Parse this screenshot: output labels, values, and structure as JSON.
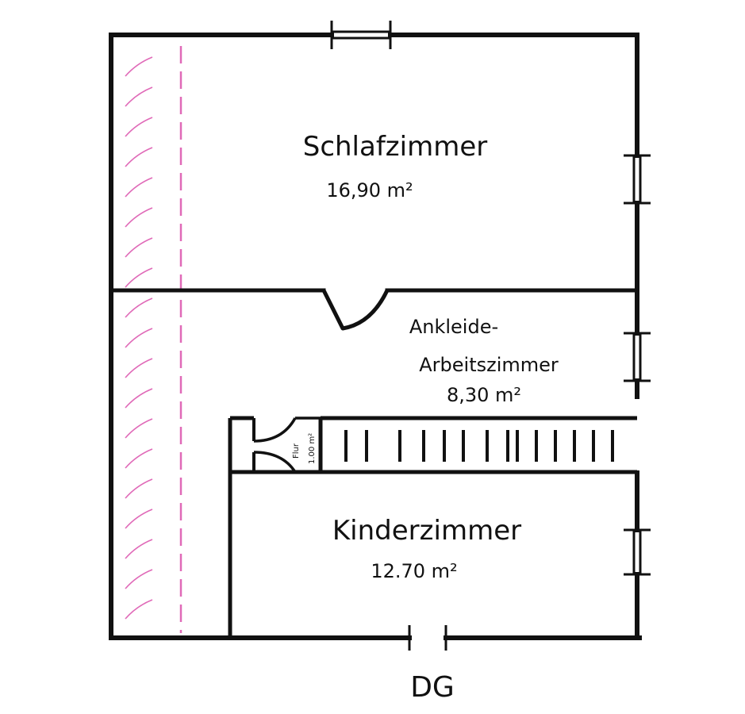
{
  "rooms": {
    "schlafzimmer": {
      "name": "Schlafzimmer",
      "area": "16,90 m²"
    },
    "ankleide": {
      "name_line1": "Ankleide-",
      "name_line2": "Arbeitszimmer",
      "area": "8,30 m²"
    },
    "kinderzimmer": {
      "name": "Kinderzimmer",
      "area": "12.70 m²"
    },
    "flur": {
      "name": "Flur",
      "area": "1.00 m²"
    }
  },
  "floor_label": "DG",
  "colors": {
    "wall": "#111111",
    "slope_hatch": "#e06ab8"
  }
}
